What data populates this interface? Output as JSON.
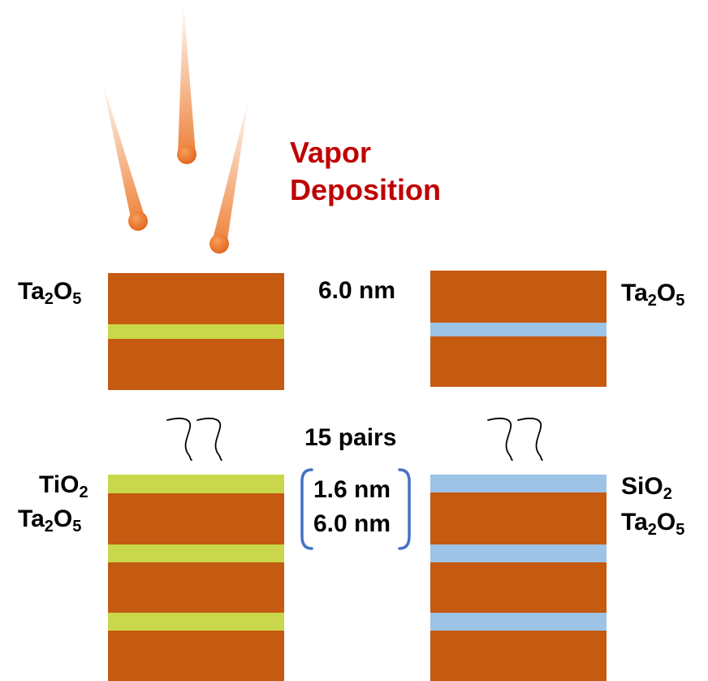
{
  "title": {
    "line1": "Vapor",
    "line2": "Deposition"
  },
  "labels": {
    "top_left": {
      "base": "Ta",
      "sub1": "2",
      "mid": "O",
      "sub2": "5"
    },
    "top_right": {
      "base": "Ta",
      "sub1": "2",
      "mid": "O",
      "sub2": "5"
    },
    "bottom_left_1": {
      "base": "TiO",
      "sub1": "2"
    },
    "bottom_left_2": {
      "base": "Ta",
      "sub1": "2",
      "mid": "O",
      "sub2": "5"
    },
    "bottom_right_1": {
      "base": "SiO",
      "sub1": "2"
    },
    "bottom_right_2": {
      "base": "Ta",
      "sub1": "2",
      "mid": "O",
      "sub2": "5"
    }
  },
  "center": {
    "top_thickness": "6.0 nm",
    "pairs": "15 pairs",
    "thin_thickness": "1.6 nm",
    "thick_thickness": "6.0 nm"
  },
  "colors": {
    "ta2o5": "#c55a11",
    "tio2": "#c8d84a",
    "sio2": "#9dc3e6",
    "title": "#c00000",
    "bracket": "#4472c4",
    "particle": "#ed7d31"
  },
  "icons": [
    "particle-beam-icon",
    "break-mark-icon",
    "bracket-icon"
  ]
}
